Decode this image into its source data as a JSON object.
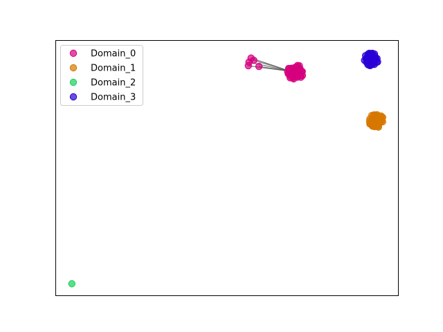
{
  "chart_data": {
    "type": "scatter",
    "title": "",
    "xlabel": "",
    "ylabel": "",
    "axes_visible_ticks": false,
    "grid": false,
    "legend_placement": "upper-left",
    "xlim": [
      0,
      100
    ],
    "ylim": [
      0,
      100
    ],
    "series": [
      {
        "name": "Domain_0",
        "color": "#d6007f",
        "clusters": [
          {
            "cx": 70,
            "cy": 87.5,
            "rx": 2.4,
            "ry": 3.0,
            "count": 45
          }
        ],
        "outliers": [
          {
            "x": 57.0,
            "y": 93.0
          },
          {
            "x": 57.8,
            "y": 92.1
          },
          {
            "x": 56.4,
            "y": 91.4
          },
          {
            "x": 56.2,
            "y": 90.0
          },
          {
            "x": 59.3,
            "y": 89.7
          }
        ],
        "links": [
          {
            "from": [
              57.0,
              93.0
            ],
            "to": [
              68.5,
              87.8
            ]
          },
          {
            "from": [
              57.8,
              92.1
            ],
            "to": [
              68.5,
              87.8
            ]
          },
          {
            "from": [
              56.4,
              91.4
            ],
            "to": [
              68.5,
              87.8
            ]
          },
          {
            "from": [
              56.2,
              90.0
            ],
            "to": [
              68.5,
              87.8
            ]
          },
          {
            "from": [
              59.3,
              89.7
            ],
            "to": [
              68.5,
              87.8
            ]
          }
        ]
      },
      {
        "name": "Domain_1",
        "color": "#d67800",
        "clusters": [
          {
            "cx": 93.5,
            "cy": 68.5,
            "rx": 2.2,
            "ry": 2.6,
            "count": 45
          }
        ],
        "outliers": [],
        "links": []
      },
      {
        "name": "Domain_2",
        "color": "#18d05a",
        "clusters": [],
        "outliers": [
          {
            "x": 4.8,
            "y": 4.8
          }
        ],
        "links": []
      },
      {
        "name": "Domain_3",
        "color": "#2a00d6",
        "clusters": [
          {
            "cx": 92.0,
            "cy": 92.5,
            "rx": 2.1,
            "ry": 2.5,
            "count": 45
          }
        ],
        "outliers": [],
        "links": []
      }
    ]
  }
}
